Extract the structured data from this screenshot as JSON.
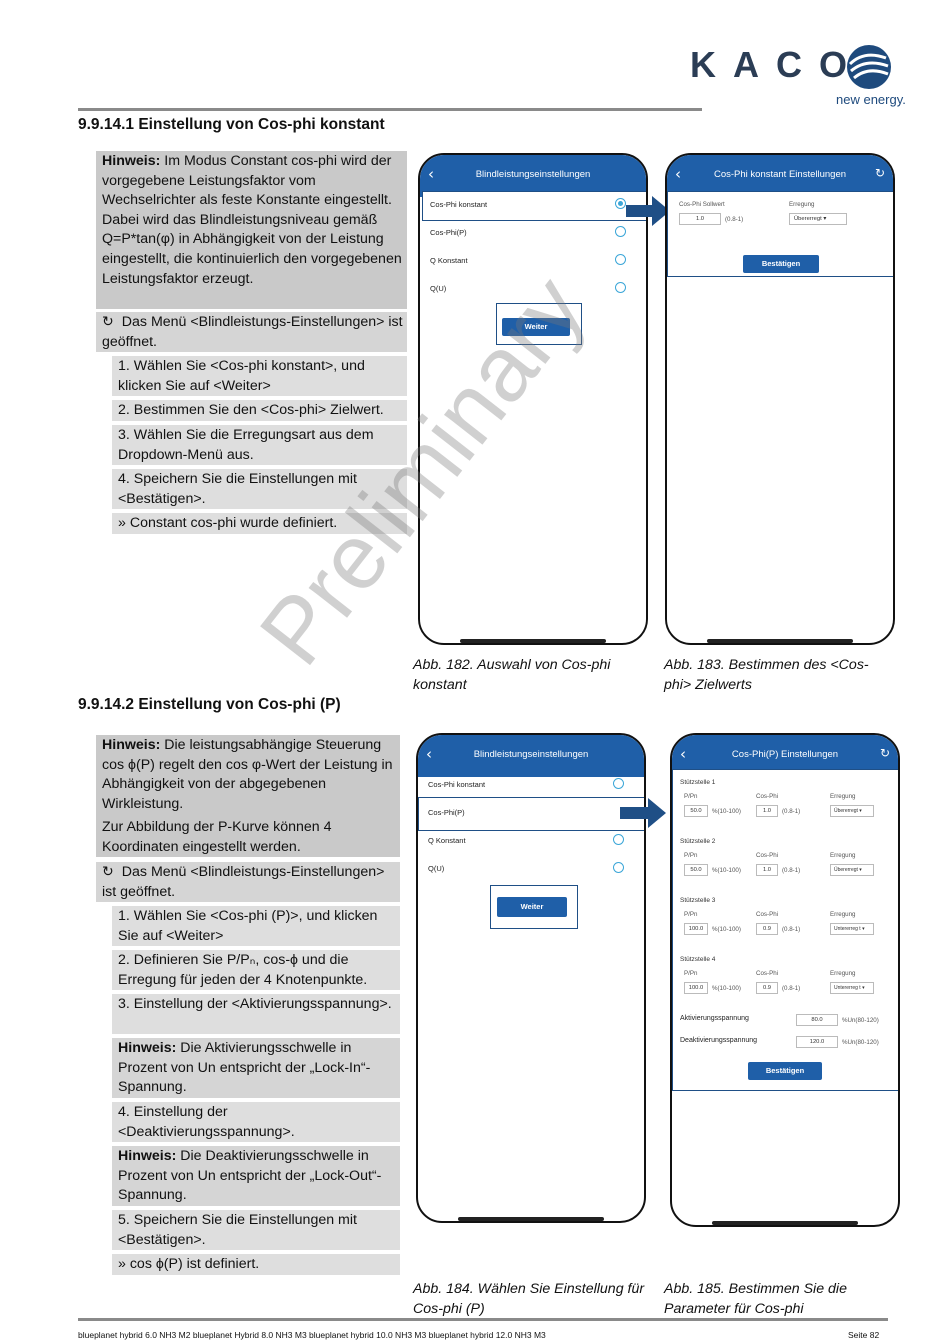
{
  "header": {
    "logo": "KACO",
    "tagline": "new energy."
  },
  "section1": {
    "heading": "9.9.14.1 Einstellung von Cos-phi konstant",
    "hint_bold": "Hinweis:",
    "hint_text": " Im Modus Constant cos-phi wird der vorgegebene Leistungsfaktor vom Wechselrichter als feste Konstante eingestellt. Dabei wird das Blindleistungsniveau gemäß Q=P*tan(φ) in Abhängigkeit von der Leistung eingestellt, die kontinuierlich den vorgegebenen Leistungsfaktor erzeugt.",
    "precondition": "Das Menü <Blindleistungs-Einstellungen> ist geöffnet.",
    "steps": [
      "1. Wählen Sie <Cos-phi konstant>, und klicken Sie auf <Weiter>",
      "2. Bestimmen Sie den <Cos-phi> Zielwert.",
      "3. Wählen Sie die Erregungsart aus dem Dropdown-Menü aus.",
      "4. Speichern Sie die Einstellungen mit <Bestätigen>."
    ],
    "result": "» Constant cos-phi wurde definiert.",
    "caption_left": "Abb. 182. Auswahl von Cos-phi konstant",
    "caption_right": "Abb. 183. Bestimmen des <Cos-phi> Zielwerts"
  },
  "section2": {
    "heading": "9.9.14.2 Einstellung von Cos-phi (P)",
    "hint_bold": "Hinweis:",
    "hint_text": " Die leistungsabhängige Steuerung cos ϕ(P) regelt den cos φ-Wert der Leistung in Abhängigkeit von der abgegebenen Wirkleistung.",
    "hint_text2": "Zur Abbildung der P-Kurve können 4 Koordinaten eingestellt werden.",
    "precondition": "Das Menü <Blindleistungs-Einstellungen> ist geöffnet.",
    "step1": "1. Wählen Sie <Cos-phi (P)>, und klicken Sie auf <Weiter>",
    "step2": "2. Definieren Sie P/Pₙ, cos-ϕ und die Erregung für jeden der 4 Knotenpunkte.",
    "step3": "3. Einstellung der <Aktivierungsspannung>.",
    "hint2_bold": "Hinweis:",
    "hint2_text": " Die Aktivierungsschwelle in Prozent von Un entspricht der „Lock-In“-Spannung.",
    "step4": "4. Einstellung der <Deaktivierungsspannung>.",
    "hint3_bold": "Hinweis:",
    "hint3_text": " Die Deaktivierungsschwelle in Prozent von Un entspricht der „Lock-Out“-Spannung.",
    "step5": "5. Speichern Sie die Einstellungen mit <Bestätigen>.",
    "result": "» cos ϕ(P) ist definiert.",
    "caption_left": "Abb. 184. Wählen Sie Einstellung für Cos-phi (P)",
    "caption_right": "Abb. 185. Bestimmen Sie die Parameter für Cos-phi"
  },
  "app": {
    "title_list": "Blindleistungseinstellungen",
    "options": [
      "Cos-Phi konstant",
      "Cos-Phi(P)",
      "Q Konstant",
      "Q(U)"
    ],
    "next_button": "Weiter",
    "title_const": "Cos-Phi konstant Einstellungen",
    "const_label_setpoint": "Cos-Phi Sollwert",
    "const_label_excitation": "Erregung",
    "const_value": "1.0",
    "const_range": "(0.8-1)",
    "const_excitation": "Übererregt",
    "confirm_button": "Bestätigen",
    "title_p": "Cos-Phi(P) Einstellungen",
    "col_p": "P/Pn",
    "col_cos": "Cos-Phi",
    "col_exc": "Erregung",
    "unit_p": "%(10-100)",
    "unit_cos": "(0.8-1)",
    "points": [
      {
        "label": "Stützstelle 1",
        "p": "50.0",
        "cos": "1.0",
        "exc": "Übererregt"
      },
      {
        "label": "Stützstelle 2",
        "p": "50.0",
        "cos": "1.0",
        "exc": "Übererregt"
      },
      {
        "label": "Stützstelle 3",
        "p": "100.0",
        "cos": "0.9",
        "exc": "Untererreg t"
      },
      {
        "label": "Stützstelle 4",
        "p": "100.0",
        "cos": "0.9",
        "exc": "Untererreg t"
      }
    ],
    "activation_label": "Aktivierungsspannung",
    "activation_value": "80.0",
    "activation_unit": "%Un(80-120)",
    "deactivation_label": "Deaktivierungsspannung",
    "deactivation_value": "120.0",
    "deactivation_unit": "%Un(80-120)"
  },
  "watermark": "Preliminary",
  "footer": {
    "products": "blueplanet hybrid 6.0 NH3 M2   blueplanet Hybrid 8.0 NH3 M3  blueplanet hybrid 10.0 NH3 M3 blueplanet hybrid 12.0 NH3 M3",
    "page": "Seite 82"
  },
  "colors": {
    "accent": "#1f5fa8",
    "radio": "#3ba6d8",
    "box": "#c9c9c9",
    "arrow": "#1f4f86"
  }
}
